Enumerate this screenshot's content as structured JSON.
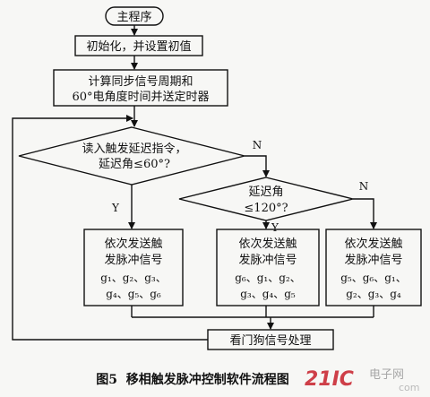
{
  "flowchart": {
    "start": "主程序",
    "init": "初始化，并设置初值",
    "compute": [
      "计算同步信号周期和",
      "60°电角度时间并送定时器"
    ],
    "decision1": [
      "读入触发延迟指令，",
      "延迟角≤60°?"
    ],
    "decision2": [
      "延迟角",
      "≤120°?"
    ],
    "yes_label": "Y",
    "no_label": "N",
    "send_title": [
      "依次发送触",
      "发脉冲信号"
    ],
    "box_a_seq": [
      "g₁、g₂、g₃、",
      "g₄、g₅、g₆"
    ],
    "box_b_seq": [
      "g₆、g₁、g₂、",
      "g₃、g₄、g₅"
    ],
    "box_c_seq": [
      "g₅、g₆、g₁、",
      "g₂、g₃、g₄"
    ],
    "watchdog": "看门狗信号处理"
  },
  "caption": "图5  移相触发脉冲控制软件流程图",
  "watermark": {
    "logo": "21IC",
    "text": "电子网",
    "domain": "com"
  },
  "colors": {
    "line": "#111111",
    "background": "#f7f7f5",
    "watermark": "#c8202a"
  }
}
